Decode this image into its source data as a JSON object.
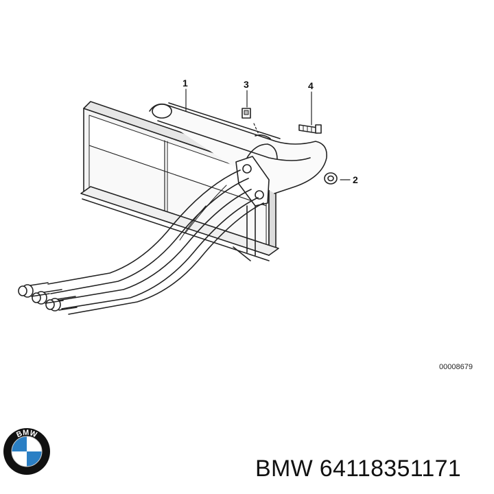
{
  "diagram": {
    "callouts": [
      {
        "id": "1",
        "label": "1"
      },
      {
        "id": "2",
        "label": "2"
      },
      {
        "id": "3",
        "label": "3"
      },
      {
        "id": "4",
        "label": "4"
      }
    ],
    "drawing_code": "00008679"
  },
  "caption": {
    "brand": "BMW",
    "part_number": "64118351171"
  },
  "logo": {
    "text": "BMW",
    "colors": {
      "blue": "#2b7fc4",
      "ring": "#111111",
      "white": "#ffffff"
    }
  }
}
